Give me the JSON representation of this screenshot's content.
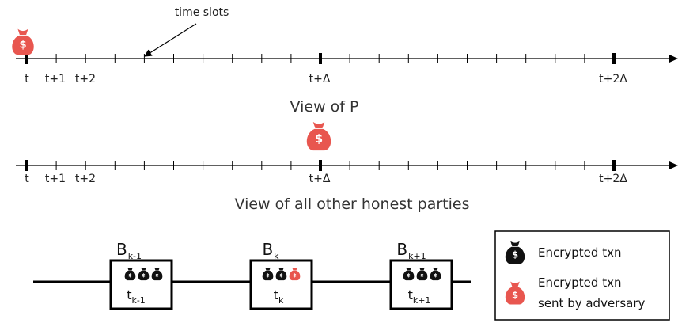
{
  "annotation": {
    "text": "time slots"
  },
  "timeline1": {
    "caption": "View of P",
    "tick_labels": [
      "t",
      "t+1",
      "t+2",
      "t+Δ",
      "t+2Δ"
    ]
  },
  "timeline2": {
    "caption": "View of all other honest parties",
    "tick_labels": [
      "t",
      "t+1",
      "t+2",
      "t+Δ",
      "t+2Δ"
    ]
  },
  "blocks": [
    {
      "name": "B",
      "name_sub": "k-1",
      "time": "t",
      "time_sub": "k-1",
      "bags": [
        "black",
        "black",
        "black"
      ]
    },
    {
      "name": "B",
      "name_sub": "k",
      "time": "t",
      "time_sub": "k",
      "bags": [
        "black",
        "black",
        "red"
      ]
    },
    {
      "name": "B",
      "name_sub": "k+1",
      "time": "t",
      "time_sub": "k+1",
      "bags": [
        "black",
        "black",
        "black"
      ]
    }
  ],
  "legend": {
    "items": [
      {
        "icon": "black-money-bag-icon",
        "lines": [
          "Encrypted txn"
        ]
      },
      {
        "icon": "red-money-bag-icon",
        "lines": [
          "Encrypted txn",
          "sent by adversary"
        ]
      }
    ]
  },
  "colors": {
    "adversary": "#e8564f",
    "honest": "#111111"
  }
}
